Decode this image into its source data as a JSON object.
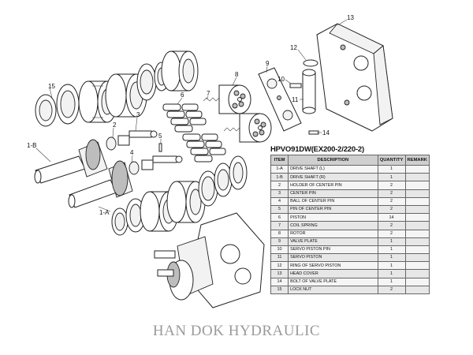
{
  "table": {
    "title": "HPVO91DW(EX200-2/220-2)",
    "headers": {
      "item": "ITEM",
      "description": "DESCRIPTION",
      "quantity": "QUANTITY",
      "remark": "REMARK"
    },
    "rows": [
      {
        "item": "1-A",
        "description": "DRIVE SHAFT (L)",
        "quantity": "1",
        "remark": ""
      },
      {
        "item": "1-B",
        "description": "DRIVE SHAFT (R)",
        "quantity": "1",
        "remark": ""
      },
      {
        "item": "2",
        "description": "HOLDER OF CENTER PIN",
        "quantity": "2",
        "remark": ""
      },
      {
        "item": "3",
        "description": "CENTER PIN",
        "quantity": "2",
        "remark": ""
      },
      {
        "item": "4",
        "description": "BALL OF CENTER PIN",
        "quantity": "2",
        "remark": ""
      },
      {
        "item": "5",
        "description": "PIN OF CENTER PIN",
        "quantity": "2",
        "remark": ""
      },
      {
        "item": "6",
        "description": "PISTON",
        "quantity": "14",
        "remark": ""
      },
      {
        "item": "7",
        "description": "COIL SPRING",
        "quantity": "2",
        "remark": ""
      },
      {
        "item": "8",
        "description": "ROTOR",
        "quantity": "2",
        "remark": ""
      },
      {
        "item": "9",
        "description": "VALVE PLATE",
        "quantity": "1",
        "remark": ""
      },
      {
        "item": "10",
        "description": "SERVO PISTON PIN",
        "quantity": "1",
        "remark": ""
      },
      {
        "item": "11",
        "description": "SERVO PISTON",
        "quantity": "1",
        "remark": ""
      },
      {
        "item": "12",
        "description": "RING OF SERVO PISTON",
        "quantity": "1",
        "remark": ""
      },
      {
        "item": "13",
        "description": "HEAD COVER",
        "quantity": "1",
        "remark": ""
      },
      {
        "item": "14",
        "description": "BOLT OF VALVE PLATE",
        "quantity": "1",
        "remark": ""
      },
      {
        "item": "15",
        "description": "LOCK NUT",
        "quantity": "2",
        "remark": ""
      }
    ]
  },
  "callouts": {
    "c1a": "1-A",
    "c1b": "1-B",
    "c2": "2",
    "c3": "3",
    "c4": "4",
    "c5": "5",
    "c6": "6",
    "c7": "7",
    "c8": "8",
    "c9": "9",
    "c10": "10",
    "c11": "11",
    "c12": "12",
    "c13": "13",
    "c14": "14",
    "c15": "15"
  },
  "watermark": "HAN DOK HYDRAULIC"
}
